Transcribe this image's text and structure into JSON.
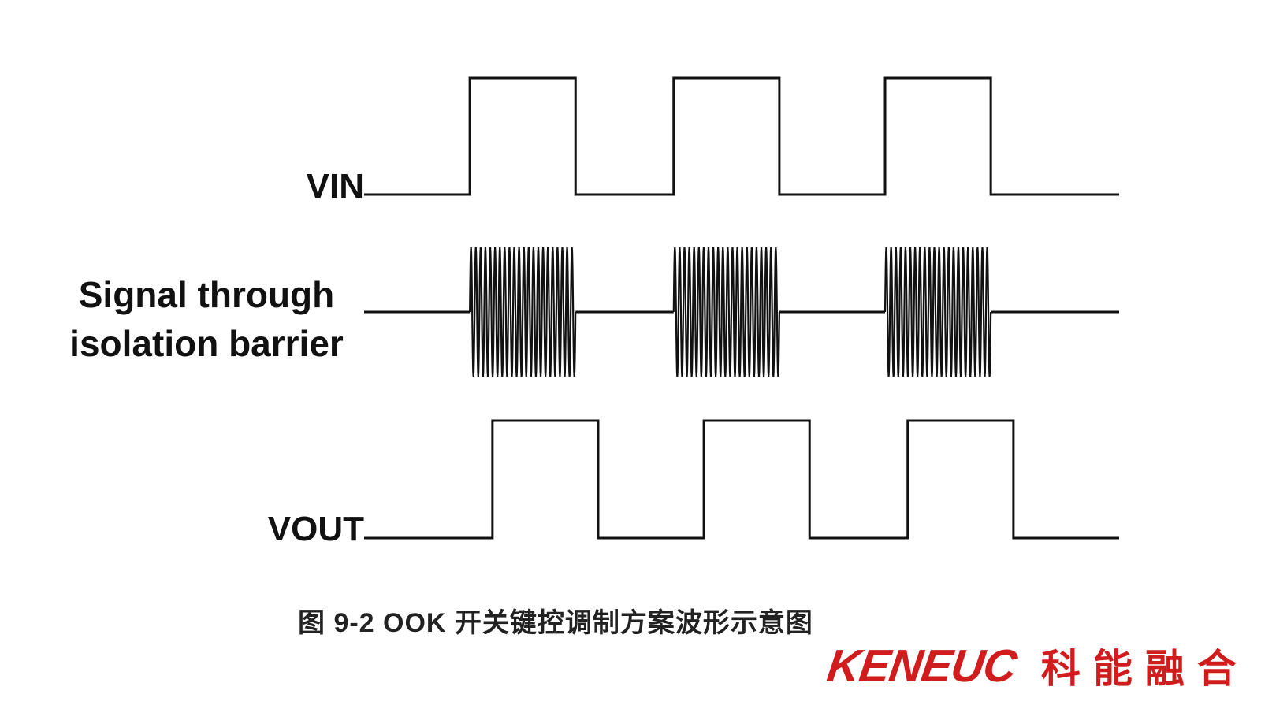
{
  "diagram": {
    "signals": [
      {
        "id": "vin",
        "label_lines": [
          "VIN"
        ],
        "kind": "digital",
        "pulses": [
          [
            0.14,
            0.28
          ],
          [
            0.41,
            0.55
          ],
          [
            0.69,
            0.83
          ]
        ]
      },
      {
        "id": "barrier",
        "label_lines": [
          "Signal through",
          "isolation barrier"
        ],
        "kind": "ook",
        "pulses": [
          [
            0.14,
            0.28
          ],
          [
            0.41,
            0.55
          ],
          [
            0.69,
            0.83
          ]
        ],
        "cycles_per_burst": 22
      },
      {
        "id": "vout",
        "label_lines": [
          "VOUT"
        ],
        "kind": "digital",
        "pulses": [
          [
            0.17,
            0.31
          ],
          [
            0.45,
            0.59
          ],
          [
            0.72,
            0.86
          ]
        ]
      }
    ],
    "caption": "图 9-2 OOK 开关键控调制方案波形示意图"
  },
  "logo": {
    "en": "KENEUC",
    "cn": "科能融合",
    "color": "#d01c1c"
  }
}
